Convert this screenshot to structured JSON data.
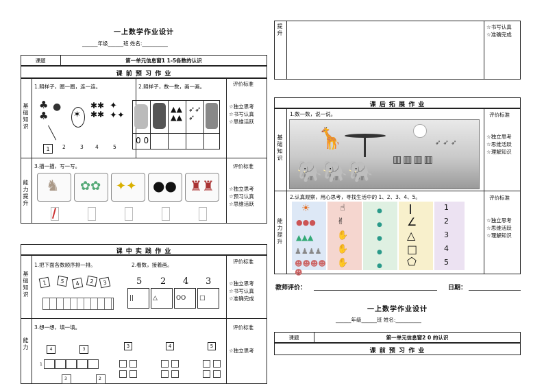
{
  "sheet1": {
    "title": "一上数学作业设计",
    "name_line": "______年级______班    姓名:__________",
    "lesson_label": "课题",
    "lesson_value": "第一单元信息窗1   1-5各数的认识",
    "pre_title": "课 前 预 习 作 业",
    "basic_label": "基础知识",
    "ability_label": "能力提升",
    "eval_label": "评价标准",
    "q1": "1.照样子，圈一圈，连一连。",
    "q2": "2.照样子，数一数，画一画。",
    "q3": "3.描一描，写一写。",
    "connect_numbers": [
      "1",
      "2",
      "3",
      "4",
      "5"
    ],
    "circles": "0 0",
    "std1": [
      "☆独立思考",
      "☆书写认真",
      "☆思维活跃"
    ],
    "std2": [
      "☆独立思考",
      "☆预习认真",
      "☆思维活跃"
    ]
  },
  "in_class": {
    "title": "课 中 实 践 作 业",
    "basic_label": "基础知识",
    "ability_label": "能力",
    "eval_label": "评价标准",
    "q1": "1.把下面各数顺序排一排。",
    "q2": "2.看数，接着画。",
    "q3": "3.想一想，填一填。",
    "order_cards": [
      "1",
      "5",
      "4",
      "2",
      "3"
    ],
    "draw_numbers": [
      "5",
      "2",
      "4",
      "3"
    ],
    "draw_examples": [
      "||",
      "△",
      "OO",
      "□"
    ],
    "std1": [
      "☆独立思考",
      "☆书写认真",
      "☆准确完成"
    ],
    "std2": [
      "☆独立思考"
    ],
    "tree_tops": [
      "4",
      "3",
      "4",
      "5"
    ],
    "tree_leaves": [
      "1",
      "3",
      "2"
    ]
  },
  "right_top": {
    "label": "提升",
    "std": [
      "☆书写认真",
      "☆准确完成"
    ]
  },
  "after_class": {
    "title": "课 后 拓 展 作 业",
    "basic_label": "基础知识",
    "ability_label": "能力提升",
    "eval_label": "评价标准",
    "q1": "1.数一数，说一说。",
    "q2": "2.认真观察，用心思考，寻找生活中的 1、2、3、4、5。",
    "std1": [
      "☆独立思考",
      "☆思维活跃",
      "☆理解知识"
    ],
    "std2": [
      "☆独立思考",
      "☆思维活跃",
      "☆理解知识"
    ],
    "numbers": [
      "1",
      "2",
      "3",
      "4",
      "5"
    ]
  },
  "teacher": {
    "eval_label": "教师评价：",
    "date_label": "日期："
  },
  "sheet2": {
    "title": "一上数学作业设计",
    "name_line": "______年级______班    姓名:__________",
    "lesson_label": "课题",
    "lesson_value": "第一单元信息窗2   0 的认识",
    "pre_title": "课 前 预 习 作 业"
  }
}
